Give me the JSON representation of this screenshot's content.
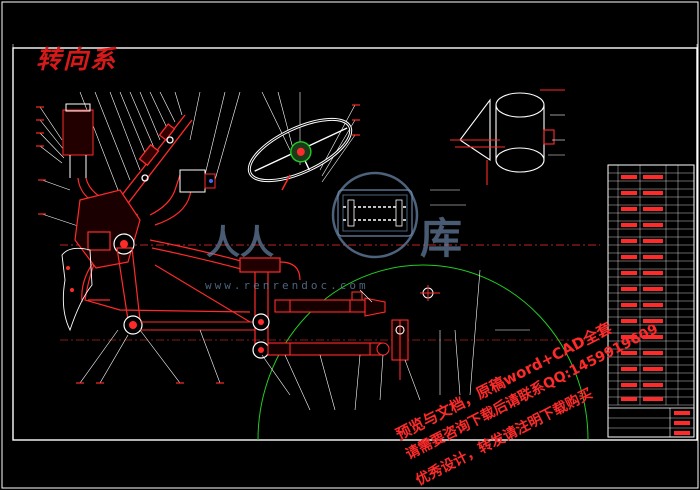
{
  "drawing": {
    "title": "转向系"
  },
  "watermark": {
    "logo_text_1": "人人",
    "logo_text_2": "库",
    "url": "www.renrendoc.com"
  },
  "notice": {
    "line1": "预览与文档，原稿word+CAD全套",
    "line2": "请需要咨询下载后请联系QQ:1459919609",
    "line3": "优秀设计，转发请注明下载购买"
  },
  "colors": {
    "background": "#000000",
    "frame": "#ffffff",
    "parts": "#ff2a2a",
    "leaders": "#ffffff",
    "center_lines": "#ff3030",
    "arc": "#22cc22",
    "blue_parts": "#3a6aff",
    "watermark": "#6e8caf"
  }
}
